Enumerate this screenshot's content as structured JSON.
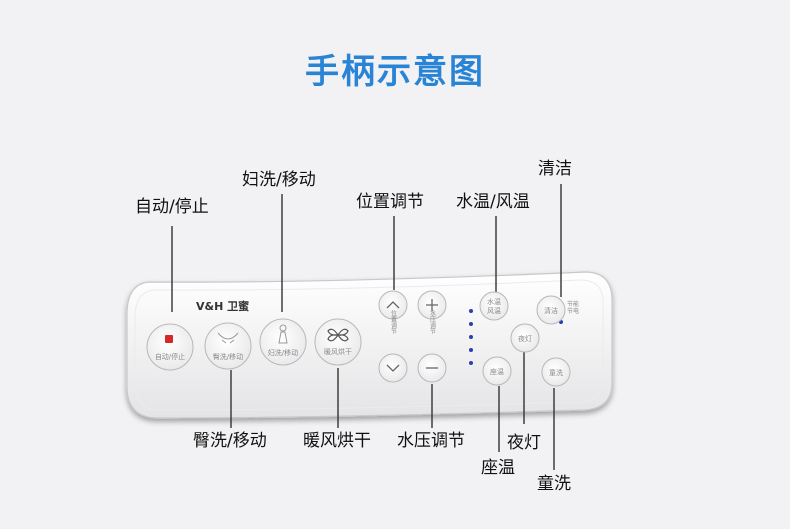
{
  "title": "手柄示意图",
  "brand": "V&H 卫蜜",
  "buttons": {
    "auto_stop": "自动/停止",
    "rear_wash": "臀洗/移动",
    "front_wash": "妇洗/移动",
    "dryer": "暖风烘干",
    "position_label": "位置调节",
    "pressure_label": "水压调节",
    "water_air_temp_line1": "水温",
    "water_air_temp_line2": "风温",
    "clean": "清洁",
    "night_light": "夜灯",
    "seat_temp": "座温",
    "child_wash": "童洗",
    "eco_line1": "节能",
    "eco_line2": "节电"
  },
  "callouts": {
    "auto_stop": "自动/停止",
    "front_wash": "妇洗/移动",
    "position": "位置调节",
    "water_air_temp": "水温/风温",
    "clean": "清洁",
    "rear_wash": "臀洗/移动",
    "dryer": "暖风烘干",
    "pressure": "水压调节",
    "night_light": "夜灯",
    "seat_temp": "座温",
    "child_wash": "童洗"
  },
  "colors": {
    "title": "#2a84d6",
    "stop_indicator": "#d4282a",
    "indicator_dots": "#2a3fb0"
  },
  "icons": [
    "stop-square-icon",
    "rear-wash-icon",
    "front-wash-icon",
    "fan-icon",
    "chevron-up-icon",
    "chevron-down-icon",
    "plus-icon",
    "minus-icon"
  ]
}
